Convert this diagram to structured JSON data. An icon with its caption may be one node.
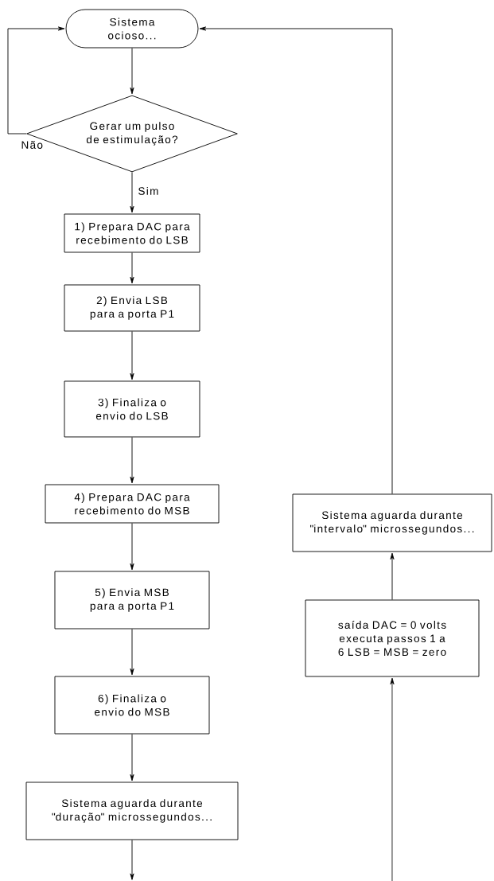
{
  "diagram": {
    "nodes": [
      {
        "text": [
          "Sistema ocioso..."
        ]
      },
      {
        "text": [
          "Gerar um pulso de estimulação?"
        ]
      },
      {
        "text": [
          "1) Prepara DAC para recebimento do LSB"
        ]
      },
      {
        "text": [
          "2) Envia LSB para a porta P1"
        ]
      },
      {
        "text": [
          "3) Finaliza o envio do LSB"
        ]
      },
      {
        "text": [
          "4) Prepara DAC para recebimento do MSB"
        ]
      },
      {
        "text": [
          "5) Envia MSB para a porta P1"
        ]
      },
      {
        "text": [
          "6) Finaliza o envio do MSB"
        ]
      },
      {
        "text": [
          "Sistema aguarda durante \"duração\" microssegundos..."
        ]
      },
      {
        "text": [
          "Sistema aguarda durante \"intervalo\" microssegundos..."
        ]
      },
      {
        "text": [
          "saída  DAC = 0 volts executa passos 1 a 6 LSB = MSB = zero"
        ]
      }
    ],
    "edges": [
      {
        "from": 0,
        "to": 1,
        "arrow": "to"
      },
      {
        "from": 1,
        "to": 0,
        "arrow": "to",
        "label": "Não"
      },
      {
        "from": 1,
        "to": 2,
        "arrow": "to",
        "label": "Sim"
      },
      {
        "from": 2,
        "to": 3,
        "arrow": "to"
      },
      {
        "from": 3,
        "to": 4,
        "arrow": "to"
      },
      {
        "from": 4,
        "to": 5,
        "arrow": "to"
      },
      {
        "from": 5,
        "to": 6,
        "arrow": "to"
      },
      {
        "from": 6,
        "to": 7,
        "arrow": "to"
      },
      {
        "from": 7,
        "to": 8,
        "arrow": "to"
      },
      {
        "from": 8,
        "to": null,
        "arrow": "to"
      },
      {
        "from": null,
        "to": 10,
        "arrow": "to"
      },
      {
        "from": 10,
        "to": 9,
        "arrow": "to"
      },
      {
        "from": 9,
        "to": 0,
        "arrow": "to"
      }
    ]
  }
}
